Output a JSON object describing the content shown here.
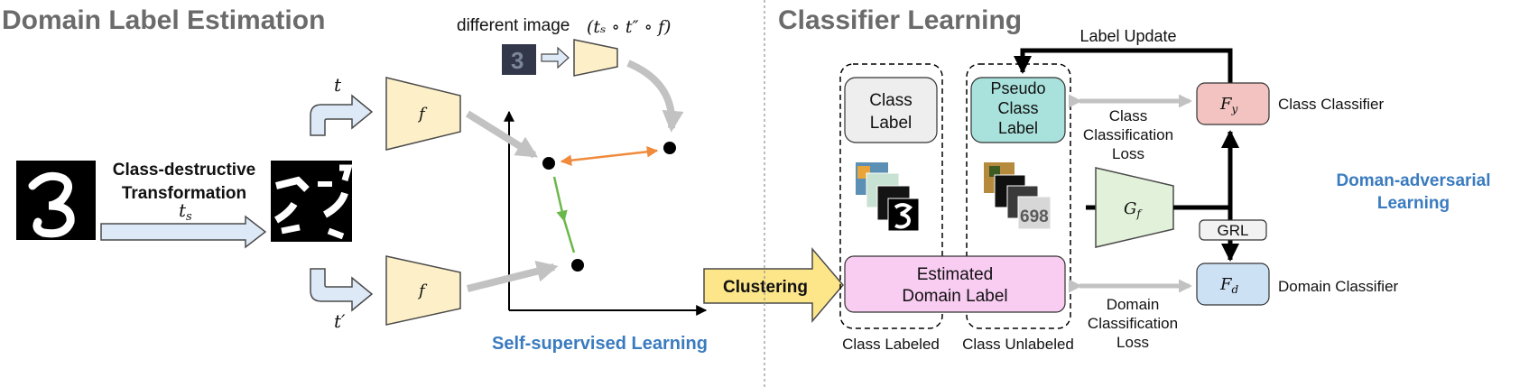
{
  "left_section": {
    "title": "Domain Label Estimation",
    "transform_label": "Class-destructive Transformation",
    "transform_symbol": "t",
    "transform_subscript": "s",
    "different_image_label": "different image",
    "composite_label": "(tₛ ∘ t″ ∘ f)",
    "t_label": "t",
    "t_prime_label": "t′",
    "encoder_top": "f",
    "encoder_bottom": "f",
    "self_supervised_label": "Self-supervised Learning",
    "clustering_label": "Clustering"
  },
  "right_section": {
    "title": "Classifier Learning",
    "label_update": "Label Update",
    "class_label_line1": "Class",
    "class_label_line2": "Label",
    "pseudo_line1": "Pseudo",
    "pseudo_line2": "Class",
    "pseudo_line3": "Label",
    "estimated_line1": "Estimated",
    "estimated_line2": "Domain Label",
    "class_labeled": "Class Labeled",
    "class_unlabeled": "Class Unlabeled",
    "class_loss_line1": "Class",
    "class_loss_line2": "Classification",
    "class_loss_line3": "Loss",
    "domain_loss_line1": "Domain",
    "domain_loss_line2": "Classification",
    "domain_loss_line3": "Loss",
    "gf_main": "G",
    "gf_sub": "f",
    "fy_main": "F",
    "fy_sub": "y",
    "fd_main": "F",
    "fd_sub": "d",
    "grl": "GRL",
    "class_classifier": "Class Classifier",
    "domain_classifier": "Domain Classifier",
    "adversarial_line1": "Doman-adversarial",
    "adversarial_line2": "Learning",
    "svhn_digits": "698"
  },
  "colors": {
    "encoder_fill": "#fdf0c8",
    "arrow_fill": "#dde9f6",
    "class_label_fill": "#eeeeee",
    "pseudo_fill": "#a9e2dc",
    "estimated_fill": "#f9ccf2",
    "fy_fill": "#f2c3c0",
    "fd_fill": "#cde1f5",
    "gf_fill": "#e2f1d9",
    "clustering_fill": "#fde68a",
    "accent_blue": "#3a7bbf",
    "orange_arrow": "#f08a3c",
    "green_arrow": "#6bb84a"
  }
}
